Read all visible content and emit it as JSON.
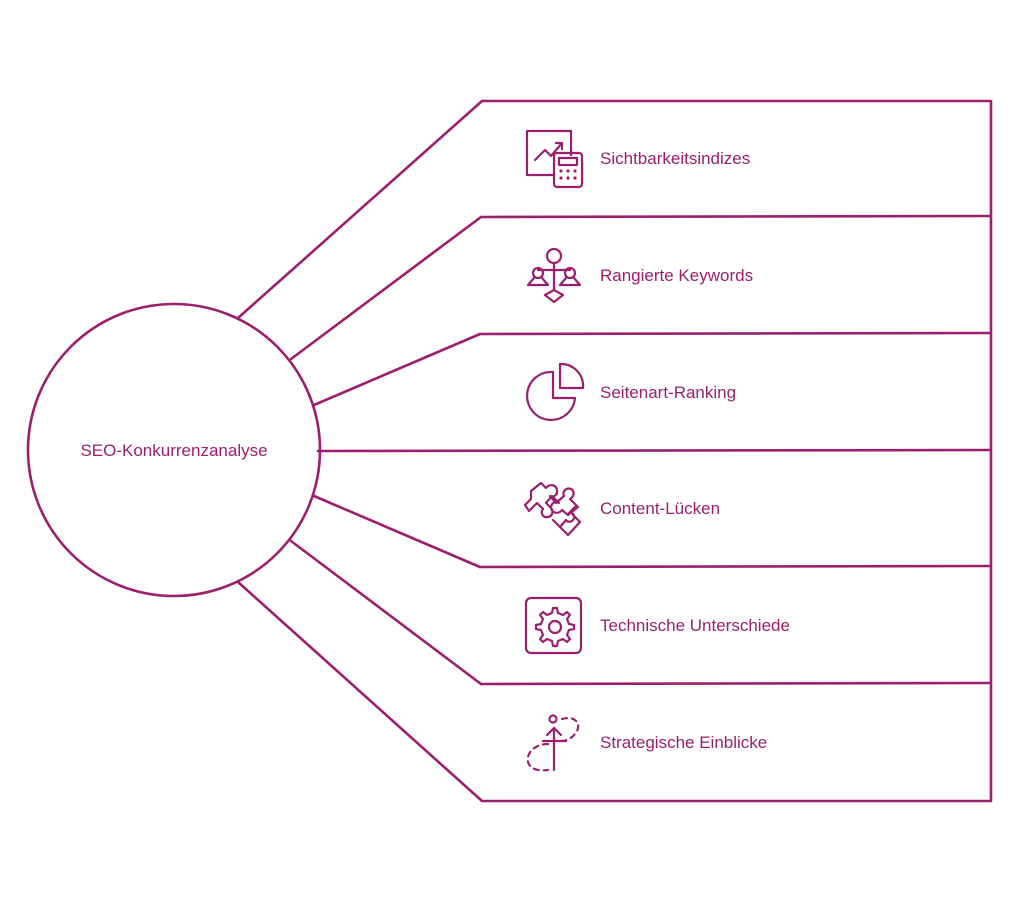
{
  "diagram": {
    "center": {
      "label": "SEO-Konkurrenzanalyse"
    },
    "items": [
      {
        "label": "Sichtbarkeitsindizes",
        "icon": "chart-calculator-icon"
      },
      {
        "label": "Rangierte Keywords",
        "icon": "hierarchy-scale-icon"
      },
      {
        "label": "Seitenart-Ranking",
        "icon": "pie-chart-icon"
      },
      {
        "label": "Content-Lücken",
        "icon": "puzzle-piece-icon"
      },
      {
        "label": "Technische Unterschiede",
        "icon": "gear-box-icon"
      },
      {
        "label": "Strategische Einblicke",
        "icon": "strategy-path-icon"
      }
    ],
    "colors": {
      "accent": "#9b1f6c",
      "background": "#ffffff"
    }
  }
}
